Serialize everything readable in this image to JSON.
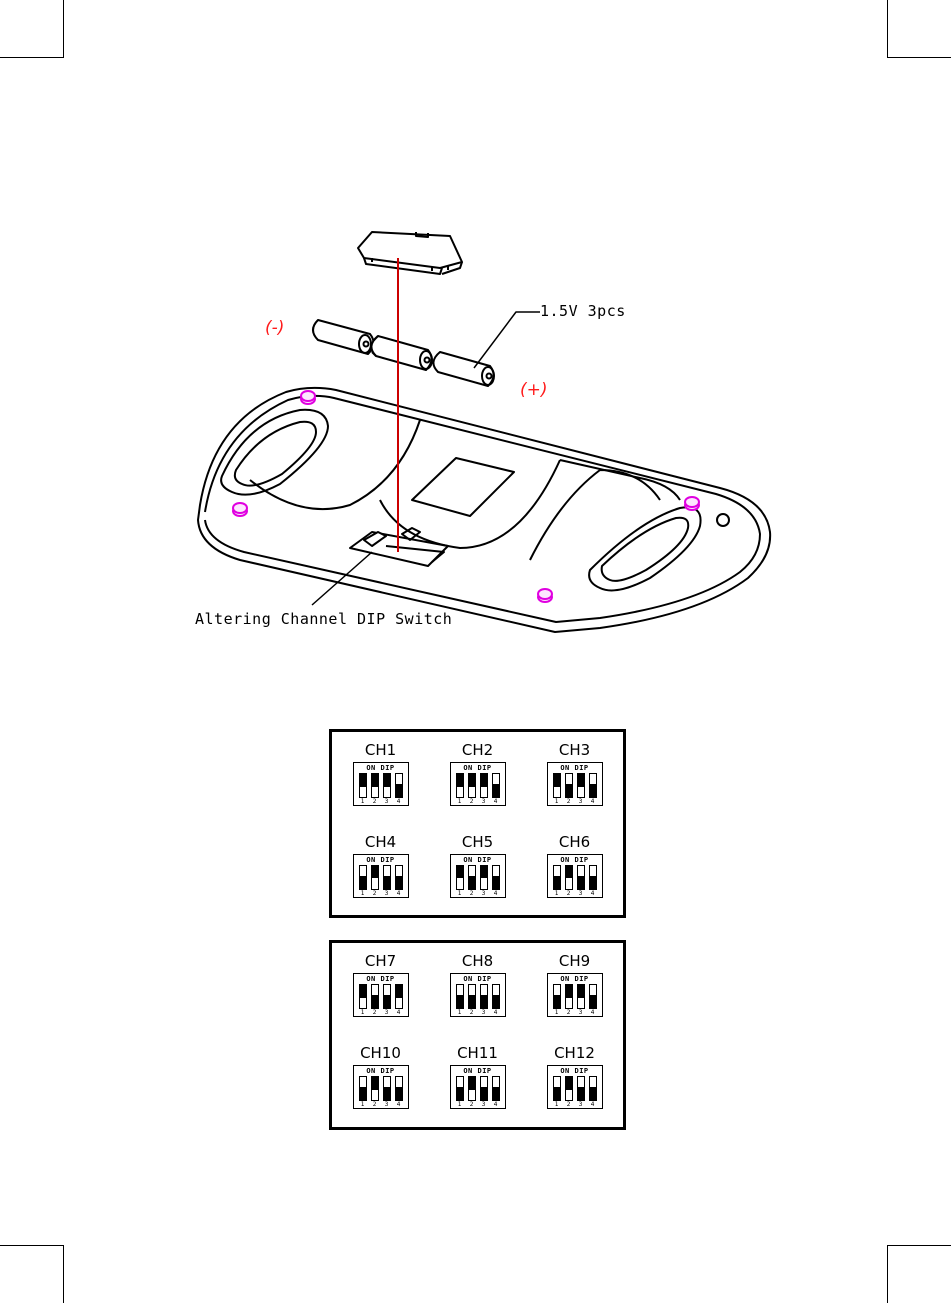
{
  "labels": {
    "battery": "1.5V 3pcs",
    "dip_switch": "Altering Channel DIP Switch",
    "minus": "(-)",
    "plus": "(+)"
  },
  "switch_header": "ON DIP",
  "switch_numbers": [
    "1",
    "2",
    "3",
    "4"
  ],
  "panels": [
    {
      "channels": [
        {
          "label": "CH1",
          "positions": [
            "on",
            "on",
            "on",
            "off"
          ]
        },
        {
          "label": "CH2",
          "positions": [
            "on",
            "on",
            "on",
            "off"
          ]
        },
        {
          "label": "CH3",
          "positions": [
            "on",
            "off",
            "on",
            "off"
          ]
        },
        {
          "label": "CH4",
          "positions": [
            "off",
            "on",
            "off",
            "off"
          ]
        },
        {
          "label": "CH5",
          "positions": [
            "on",
            "off",
            "on",
            "off"
          ]
        },
        {
          "label": "CH6",
          "positions": [
            "off",
            "on",
            "off",
            "off"
          ]
        }
      ]
    },
    {
      "channels": [
        {
          "label": "CH7",
          "positions": [
            "on",
            "off",
            "off",
            "on"
          ]
        },
        {
          "label": "CH8",
          "positions": [
            "off",
            "off",
            "off",
            "off"
          ]
        },
        {
          "label": "CH9",
          "positions": [
            "off",
            "on",
            "on",
            "off"
          ]
        },
        {
          "label": "CH10",
          "positions": [
            "off",
            "on",
            "off",
            "off"
          ]
        },
        {
          "label": "CH11",
          "positions": [
            "off",
            "on",
            "off",
            "off"
          ]
        },
        {
          "label": "CH12",
          "positions": [
            "off",
            "on",
            "off",
            "off"
          ]
        }
      ]
    }
  ],
  "colors": {
    "guide_line": "#cc0000",
    "screw": "#e000e0",
    "handwriting": "#ff1a1a"
  }
}
